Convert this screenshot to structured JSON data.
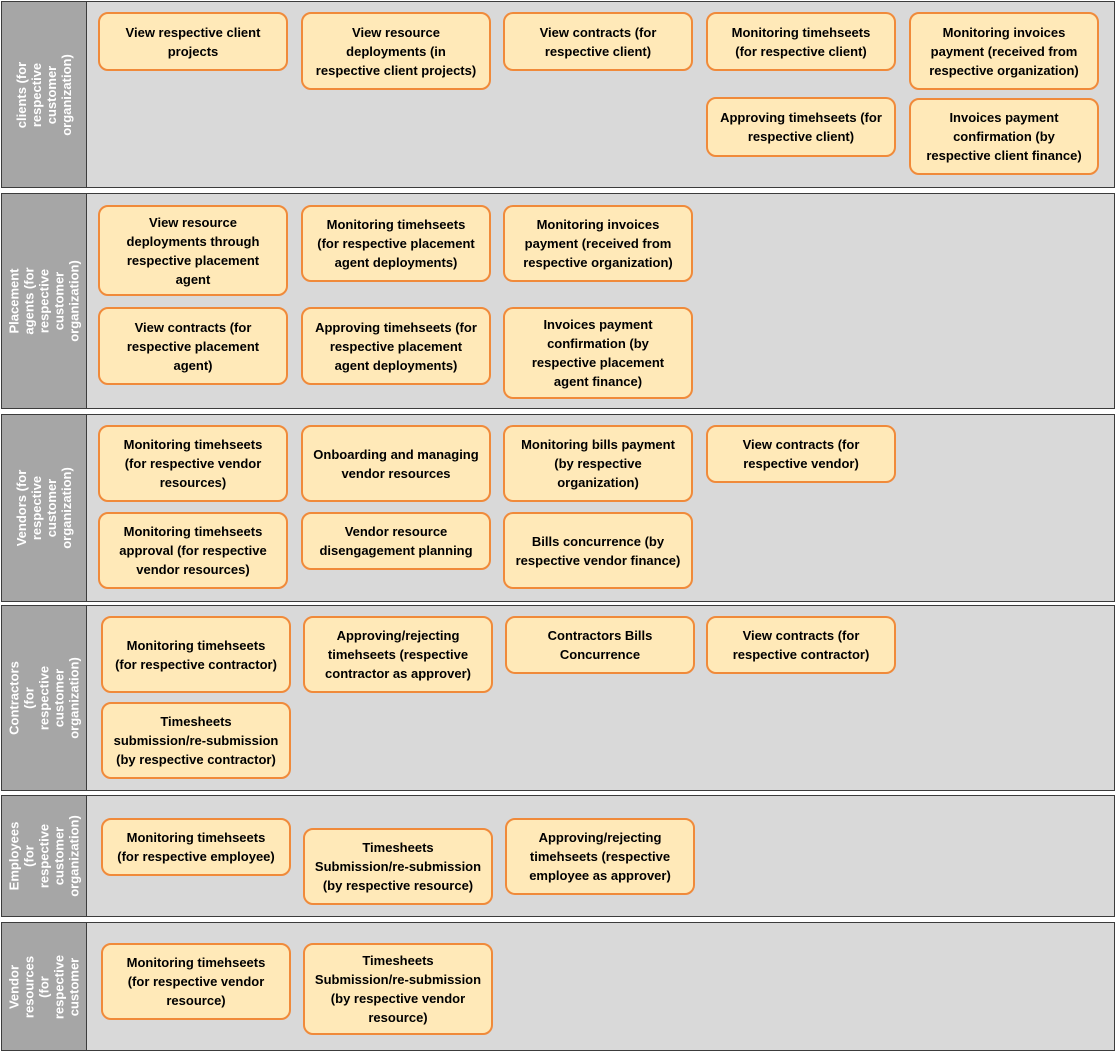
{
  "lanes": [
    {
      "title": "clients (for respective\ncustomer organization)",
      "boxes": [
        "View respective client\nprojects",
        "View resource\ndeployments (in\nrespective client projects)",
        "View contracts (for\nrespective client)",
        "Monitoring timehseets\n(for respective client)",
        "Monitoring invoices\npayment (received from\nrespective organization)",
        "Approving timehseets (for\nrespective client)",
        "Invoices payment\nconfirmation (by\nrespective client finance)"
      ]
    },
    {
      "title": "Placement agents (for\nrespective customer\norganization)",
      "boxes": [
        "View resource\ndeployments through\nrespective placement\nagent",
        "Monitoring timehseets\n(for respective placement\nagent deployments)",
        "Monitoring invoices\npayment (received from\nrespective organization)",
        "View contracts (for\nrespective placement\nagent)",
        "Approving timehseets (for\nrespective placement\nagent deployments)",
        "Invoices payment\nconfirmation (by\nrespective placement\nagent finance)"
      ]
    },
    {
      "title": "Vendors (for\nrespective customer\norganization)",
      "boxes": [
        "Monitoring timehseets\n(for respective vendor\nresources)",
        "Onboarding and managing\nvendor resources",
        "Monitoring bills payment\n(by respective\norganization)",
        "View contracts (for\nrespective vendor)",
        "Monitoring timehseets\napproval (for respective\nvendor resources)",
        "Vendor resource\ndisengagement planning",
        "Bills concurrence (by\nrespective vendor finance)"
      ]
    },
    {
      "title": "Contractors (for\nrespective customer\norganization)",
      "boxes": [
        "Monitoring timehseets\n(for respective contractor)",
        "Approving/rejecting\ntimehseets (respective\ncontractor as approver)",
        "Contractors Bills\nConcurrence",
        "View contracts (for\nrespective contractor)",
        "Timesheets\nsubmission/re-submission\n(by respective contractor)"
      ]
    },
    {
      "title": "Employees\n(for respective\ncustomer\norganization)",
      "boxes": [
        "Monitoring timehseets\n(for respective employee)",
        "Timesheets\nSubmission/re-submission\n(by respective resource)",
        "Approving/rejecting\ntimehseets (respective\nemployee as approver)"
      ]
    },
    {
      "title": "Vendor\nresources (for\nrespective\ncustomer",
      "boxes": [
        "Monitoring timehseets\n(for respective vendor\nresource)",
        "Timesheets\nSubmission/re-submission\n(by respective vendor\nresource)"
      ]
    }
  ]
}
